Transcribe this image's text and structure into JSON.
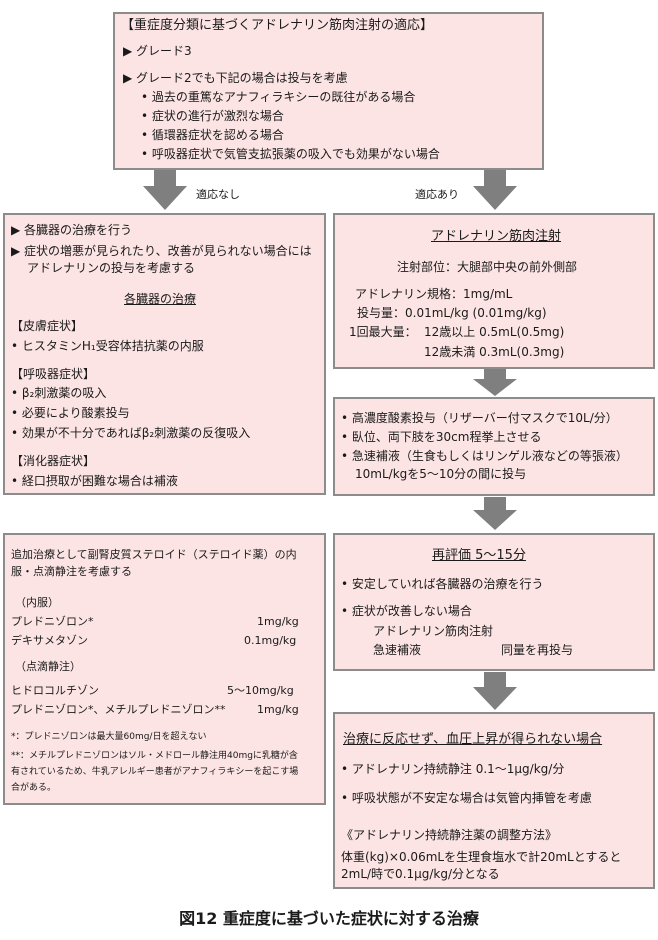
{
  "top": {
    "title": "【重症度分類に基づくアドレナリン筋肉注射の適応】",
    "items": [
      "▶ グレード3",
      "▶ グレード2でも下記の場合は投与を考慮",
      "• 過去の重篤なアナフィラキシーの既往がある場合",
      "• 症状の進行が激烈な場合",
      "• 循環器症状を認める場合",
      "• 呼吸器症状で気管支拡張薬の吸入でも効果がない場合"
    ]
  },
  "arrows": {
    "left_label": "適応なし",
    "right_label": "適応あり"
  },
  "left1": {
    "intro": [
      "▶ 各臓器の治療を行う",
      "▶ 症状の増悪が見られたり、改善が見られない場合には",
      "アドレナリンの投与を考慮する"
    ],
    "heading": "各臓器の治療",
    "skin_title": "【皮膚症状】",
    "skin_items": [
      "• ヒスタミンH₁受容体拮抗薬の内服"
    ],
    "resp_title": "【呼吸器症状】",
    "resp_items": [
      "• β₂刺激薬の吸入",
      "• 必要により酸素投与",
      "• 効果が不十分であればβ₂刺激薬の反復吸入"
    ],
    "gi_title": "【消化器症状】",
    "gi_items": [
      "• 経口摂取が困難な場合は補液"
    ]
  },
  "right1": {
    "heading": "アドレナリン筋肉注射",
    "site": "注射部位：大腿部中央の前外側部",
    "spec": "アドレナリン規格：1mg/mL",
    "dose": "投与量：0.01mL/kg (0.01mg/kg)",
    "max_label": "1回最大量：",
    "max1": "12歳以上 0.5mL(0.5mg)",
    "max2": "12歳未満 0.3mL(0.3mg)"
  },
  "right2": {
    "items": [
      "• 高濃度酸素投与（リザーバー付マスクで10L/分）",
      "• 臥位、両下肢を30cm程挙上させる",
      "• 急速補液（生食もしくはリンゲル液などの等張液）",
      "10mL/kgを5～10分の間に投与"
    ]
  },
  "left2": {
    "intro1": "追加治療として副腎皮質ステロイド（ステロイド薬）の内",
    "intro2": "服・点滴静注を考慮する",
    "oral_title": "（内服）",
    "oral": [
      {
        "name": "プレドニゾロン*",
        "dose": "1mg/kg"
      },
      {
        "name": "デキサメタゾン",
        "dose": "0.1mg/kg"
      }
    ],
    "iv_title": "（点滴静注）",
    "iv": [
      {
        "name": "ヒドロコルチゾン",
        "dose": "5～10mg/kg"
      },
      {
        "name": "プレドニゾロン*、メチルプレドニゾロン**",
        "dose": "1mg/kg"
      }
    ],
    "note1": "*：プレドニゾロンは最大量60mg/日を超えない",
    "note2": "**：メチルプレドニゾロンはソル・メドロール静注用40mgに乳糖が含",
    "note3": "有されているため、牛乳アレルギー患者がアナフィラキシーを起こす場",
    "note4": "合がある。"
  },
  "right3": {
    "heading": "再評価 5～15分",
    "item1": "• 安定していれば各臓器の治療を行う",
    "item2": "• 症状が改善しない場合",
    "sub1": "アドレナリン筋肉注射",
    "sub2": "急速補液",
    "sub_right": "同量を再投与"
  },
  "right4": {
    "heading": "治療に反応せず、血圧上昇が得られない場合",
    "item1": "• アドレナリン持続静注 0.1～1μg/kg/分",
    "item2": "• 呼吸状態が不安定な場合は気管内挿管を考慮",
    "method_title": "《アドレナリン持続静注薬の調整方法》",
    "method1": "体重(kg)×0.06mLを生理食塩水で計20mLとすると",
    "method2": "2mL/時で0.1μg/kg/分となる"
  },
  "caption": "図12 重症度に基づいた症状に対する治療"
}
